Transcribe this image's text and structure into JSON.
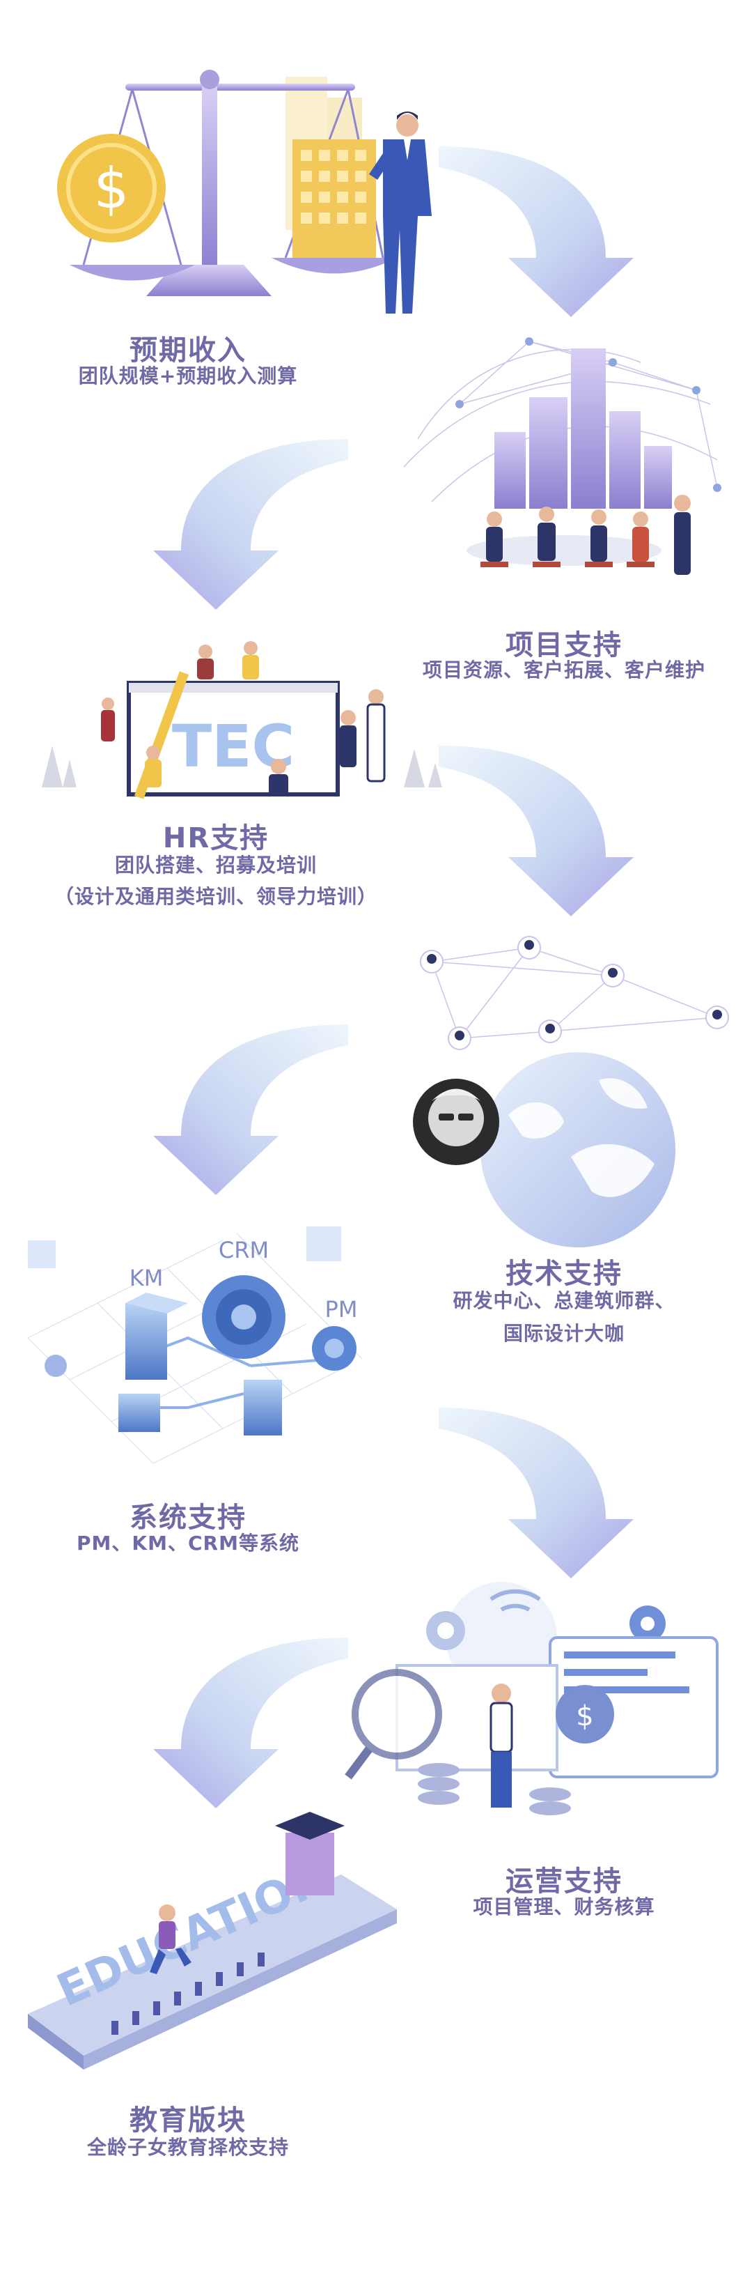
{
  "sections": [
    {
      "title": "预期收入",
      "lines": [
        "团队规模+预期收入测算"
      ]
    },
    {
      "title": "项目支持",
      "lines": [
        "项目资源、客户拓展、客户维护"
      ]
    },
    {
      "title": "HR支持",
      "lines": [
        "团队搭建、招募及培训",
        "（设计及通用类培训、领导力培训）"
      ]
    },
    {
      "title": "技术支持",
      "lines": [
        "研发中心、总建筑师群、",
        "国际设计大咖"
      ]
    },
    {
      "title": "系统支持",
      "lines": [
        "PM、KM、CRM等系统"
      ]
    },
    {
      "title": "运营支持",
      "lines": [
        "项目管理、财务核算"
      ]
    },
    {
      "title": "教育版块",
      "lines": [
        "全龄子女教育择校支持"
      ]
    }
  ],
  "illustration_labels": {
    "tec": "TEC",
    "km": "KM",
    "crm": "CRM",
    "pm": "PM",
    "dollar": "$",
    "education": "EDUCATION"
  },
  "colors": {
    "text": "#6f6aa6",
    "arrow_light": "#eaf2fb",
    "arrow_dark": "#b9b7e8",
    "purple": "#9b8fd6",
    "blue": "#5b7fc8",
    "gold": "#f0c64a"
  }
}
